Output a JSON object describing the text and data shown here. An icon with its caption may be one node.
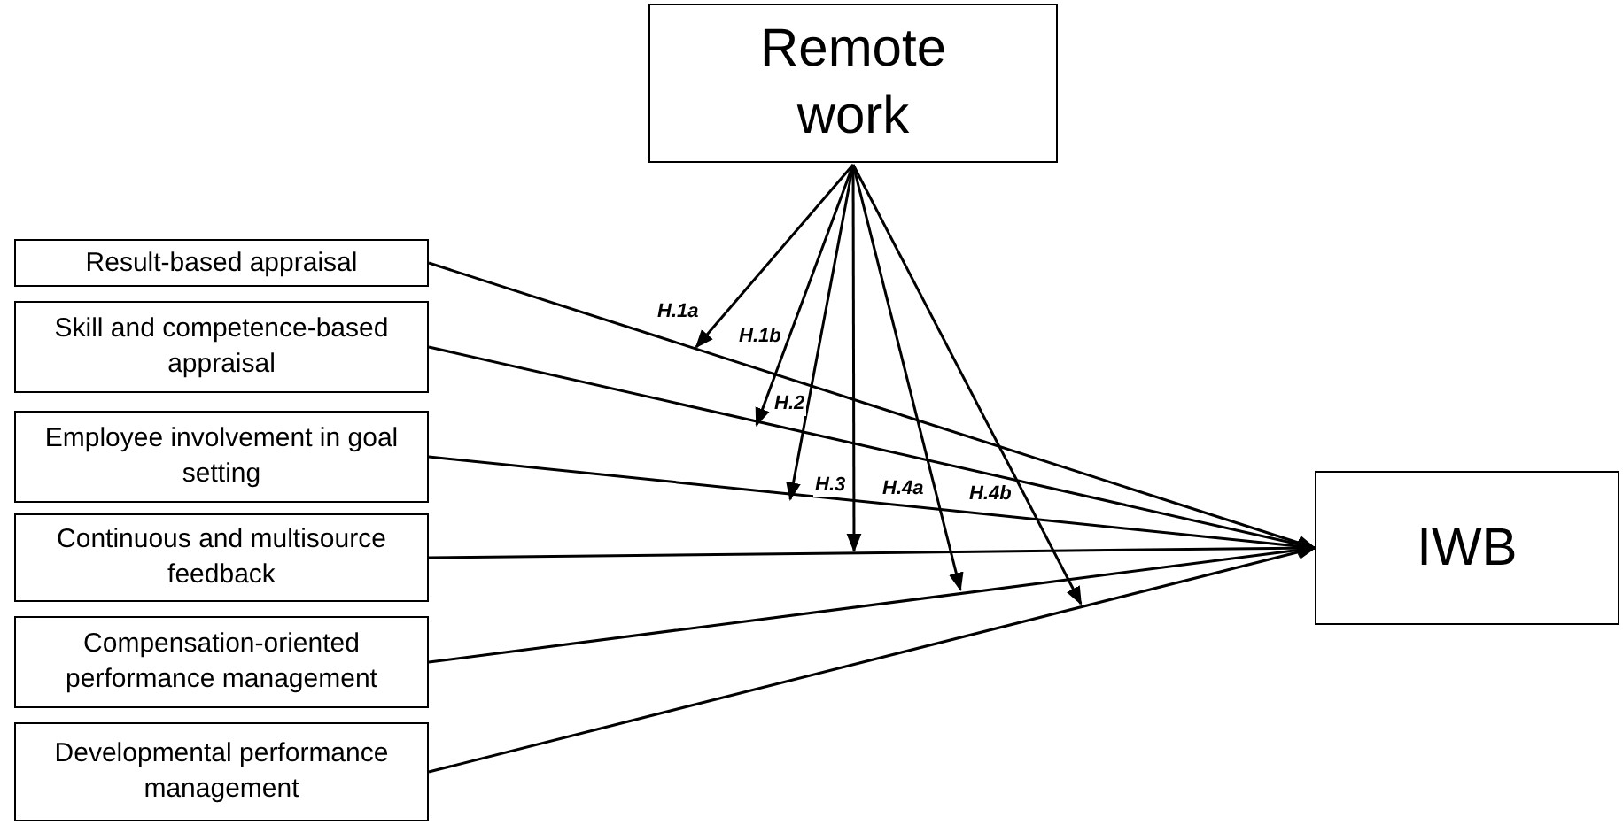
{
  "diagram": {
    "nodes": [
      {
        "text": [
          "Remote work"
        ]
      },
      {
        "text": [
          "Result-based appraisal"
        ]
      },
      {
        "text": [
          "Skill and competence-based appraisal"
        ]
      },
      {
        "text": [
          "Employee involvement in goal setting"
        ]
      },
      {
        "text": [
          "Continuous and multisource feedback"
        ]
      },
      {
        "text": [
          "Compensation-oriented performance management"
        ]
      },
      {
        "text": [
          "Developmental performance management"
        ]
      },
      {
        "text": [
          "IWB"
        ]
      }
    ],
    "edges": [
      {
        "from": 1,
        "to": 7,
        "arrow": "to"
      },
      {
        "from": 2,
        "to": 7,
        "arrow": "to"
      },
      {
        "from": 3,
        "to": 7,
        "arrow": "to"
      },
      {
        "from": 4,
        "to": 7,
        "arrow": "to"
      },
      {
        "from": 5,
        "to": 7,
        "arrow": "to"
      },
      {
        "from": 6,
        "to": 7,
        "arrow": "to"
      },
      {
        "from": 0,
        "to": null,
        "arrow": "to",
        "label": "H.1a"
      },
      {
        "from": 0,
        "to": null,
        "arrow": "to",
        "label": "H.1b"
      },
      {
        "from": 0,
        "to": null,
        "arrow": "to",
        "label": "H.2"
      },
      {
        "from": 0,
        "to": null,
        "arrow": "to",
        "label": "H.3"
      },
      {
        "from": 0,
        "to": null,
        "arrow": "to",
        "label": "H.4a"
      },
      {
        "from": 0,
        "to": null,
        "arrow": "to",
        "label": "H.4b"
      }
    ]
  }
}
